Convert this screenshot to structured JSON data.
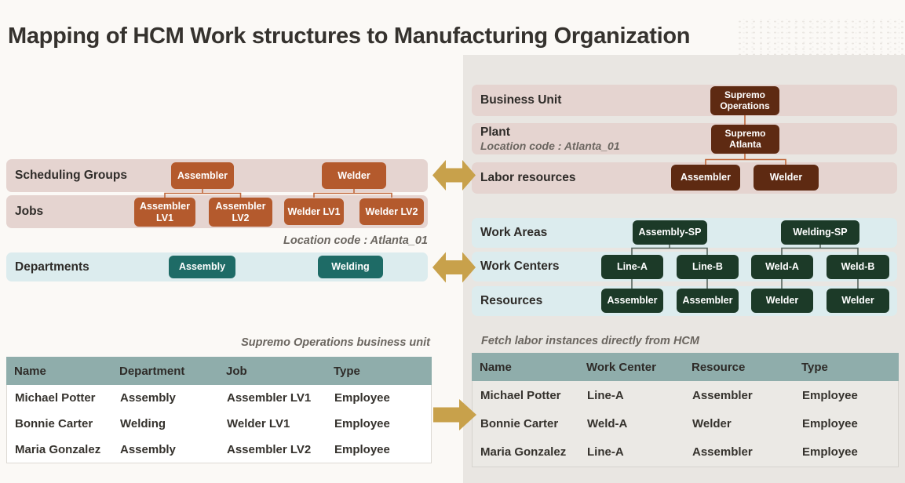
{
  "title": "Mapping of HCM Work structures to Manufacturing Organization",
  "left": {
    "scheduling_groups": {
      "label": "Scheduling Groups",
      "boxes": [
        "Assembler",
        "Welder"
      ]
    },
    "jobs": {
      "label": "Jobs",
      "boxes": [
        "Assembler LV1",
        "Assembler LV2",
        "Welder LV1",
        "Welder LV2"
      ]
    },
    "location_note": "Location code : Atlanta_01",
    "departments": {
      "label": "Departments",
      "boxes": [
        "Assembly",
        "Welding"
      ]
    },
    "table": {
      "caption": "Supremo Operations business unit",
      "headers": [
        "Name",
        "Department",
        "Job",
        "Type"
      ],
      "rows": [
        [
          "Michael Potter",
          "Assembly",
          "Assembler LV1",
          "Employee"
        ],
        [
          "Bonnie Carter",
          "Welding",
          "Welder LV1",
          "Employee"
        ],
        [
          "Maria Gonzalez",
          "Assembly",
          "Assembler LV2",
          "Employee"
        ]
      ]
    }
  },
  "right": {
    "business_unit": {
      "label": "Business Unit",
      "box": "Supremo Operations"
    },
    "plant": {
      "label": "Plant",
      "location_note": "Location code : Atlanta_01",
      "box": "Supremo Atlanta"
    },
    "labor_resources": {
      "label": "Labor resources",
      "boxes": [
        "Assembler",
        "Welder"
      ]
    },
    "work_areas": {
      "label": "Work Areas",
      "boxes": [
        "Assembly-SP",
        "Welding-SP"
      ]
    },
    "work_centers": {
      "label": "Work Centers",
      "boxes": [
        "Line-A",
        "Line-B",
        "Weld-A",
        "Weld-B"
      ]
    },
    "resources": {
      "label": "Resources",
      "boxes": [
        "Assembler",
        "Assembler",
        "Welder",
        "Welder"
      ]
    },
    "table": {
      "caption": "Fetch labor instances directly from HCM",
      "headers": [
        "Name",
        "Work Center",
        "Resource",
        "Type"
      ],
      "rows": [
        [
          "Michael Potter",
          "Line-A",
          "Assembler",
          "Employee"
        ],
        [
          "Bonnie Carter",
          "Weld-A",
          "Welder",
          "Employee"
        ],
        [
          "Maria Gonzalez",
          "Line-A",
          "Assembler",
          "Employee"
        ]
      ]
    }
  },
  "colors": {
    "orange_box": "#b45a2d",
    "teal_box": "#1e6b66",
    "dark_green_box": "#1c3a28",
    "dark_brown_box": "#5e2a12",
    "gold_arrow": "#c8a14b",
    "table_header": "#8fadab",
    "pink_band": "#e5d4d0",
    "blue_band": "#dcecee",
    "panel_bg": "#e9e6e2"
  }
}
